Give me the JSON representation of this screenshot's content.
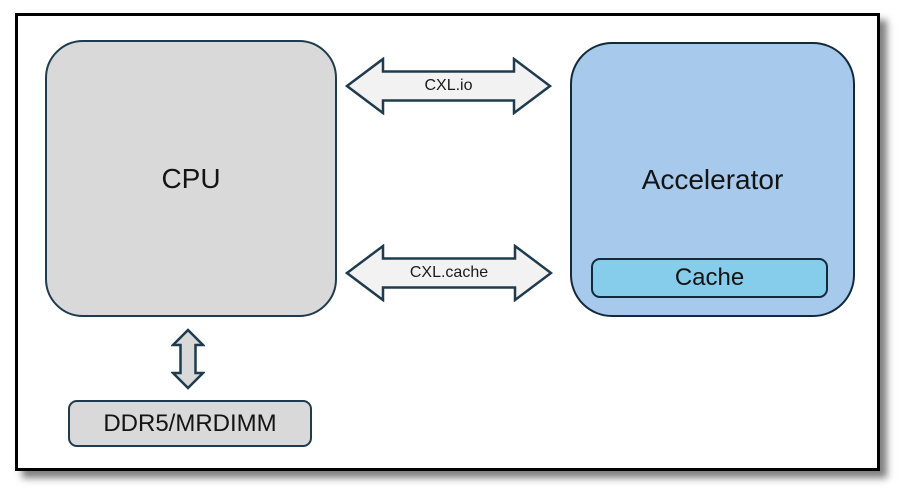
{
  "blocks": {
    "cpu": {
      "label": "CPU",
      "fill": "#d9d9d9",
      "border": "#1f3b4d"
    },
    "accelerator": {
      "label": "Accelerator",
      "fill": "#a6c9ec",
      "border": "#122b3c"
    },
    "cache": {
      "label": "Cache",
      "fill": "#85cdea",
      "border": "#122b3c"
    },
    "memory": {
      "label": "DDR5/MRDIMM",
      "fill": "#d9d9d9",
      "border": "#1f3b4d"
    }
  },
  "connections": {
    "cxl_io": {
      "label": "CXL.io",
      "type": "bidirectional-horizontal",
      "from": "CPU",
      "to": "Accelerator",
      "fill": "#f2f2f2",
      "border": "#1f3b4d"
    },
    "cxl_cache": {
      "label": "CXL.cache",
      "type": "bidirectional-horizontal",
      "from": "CPU",
      "to": "Accelerator",
      "fill": "#f2f2f2",
      "border": "#1f3b4d"
    },
    "cpu_memory": {
      "label": "",
      "type": "bidirectional-vertical",
      "from": "CPU",
      "to": "DDR5/MRDIMM",
      "fill": "#d9d9d9",
      "border": "#1f3b4d"
    }
  },
  "frame": {
    "border_color": "#000000",
    "background": "#ffffff"
  }
}
